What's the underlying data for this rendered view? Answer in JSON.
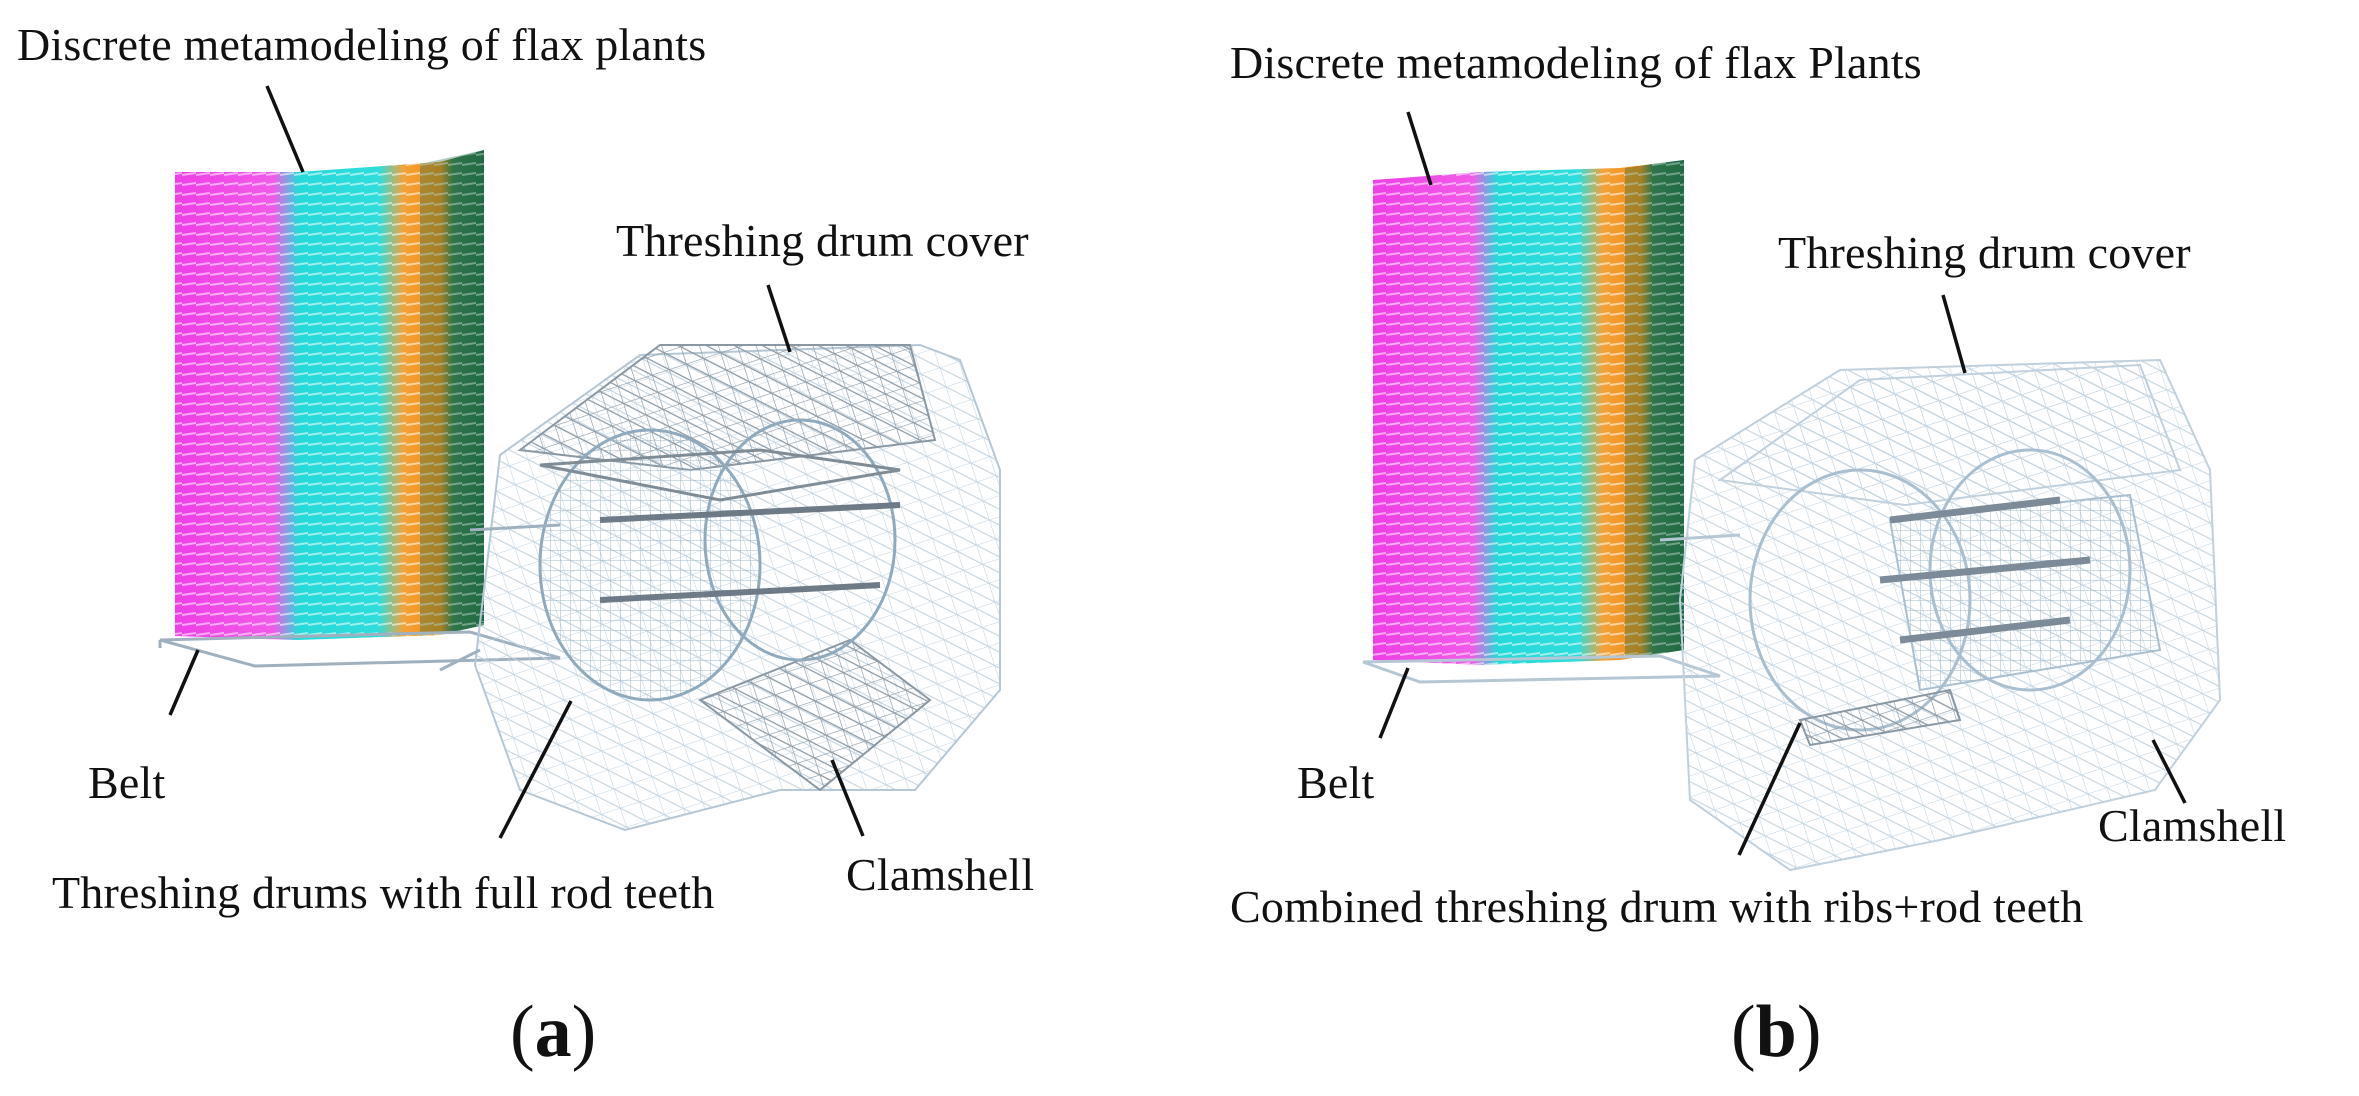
{
  "panels": [
    {
      "id": "a",
      "letter": "a",
      "labels": {
        "plants": "Discrete metamodeling of flax plants",
        "cover": "Threshing drum cover",
        "belt": "Belt",
        "drum": "Threshing drums with full rod teeth",
        "clamshell": "Clamshell"
      }
    },
    {
      "id": "b",
      "letter": "b",
      "labels": {
        "plants": "Discrete metamodeling of flax Plants",
        "cover": "Threshing drum cover",
        "belt": "Belt",
        "drum": "Combined threshing drum with ribs+rod teeth",
        "clamshell": "Clamshell"
      }
    }
  ],
  "colors": {
    "plant_magenta": "#ee3fe6",
    "plant_cyan": "#21d8d8",
    "plant_orange": "#f39a1e",
    "plant_green": "#1f6b45",
    "wire_dark": "#7f8c96",
    "wire_light": "#b9ccd9",
    "leader": "#111111"
  }
}
